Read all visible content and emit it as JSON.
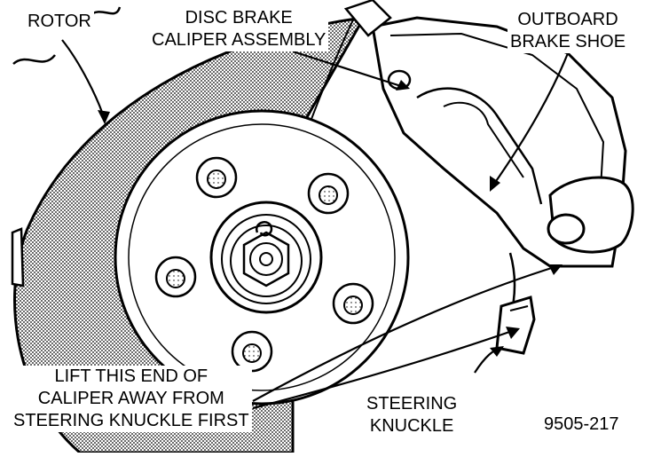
{
  "labels": {
    "rotor": "ROTOR",
    "caliper_line1": "DISC BRAKE",
    "caliper_line2": "CALIPER ASSEMBLY",
    "shoe_line1": "OUTBOARD",
    "shoe_line2": "BRAKE SHOE",
    "lift_line1": "LIFT THIS END OF",
    "lift_line2": "CALIPER AWAY FROM",
    "lift_line3": "STEERING KNUCKLE FIRST",
    "knuckle_line1": "STEERING",
    "knuckle_line2": "KNUCKLE",
    "figure_number": "9505-217"
  }
}
